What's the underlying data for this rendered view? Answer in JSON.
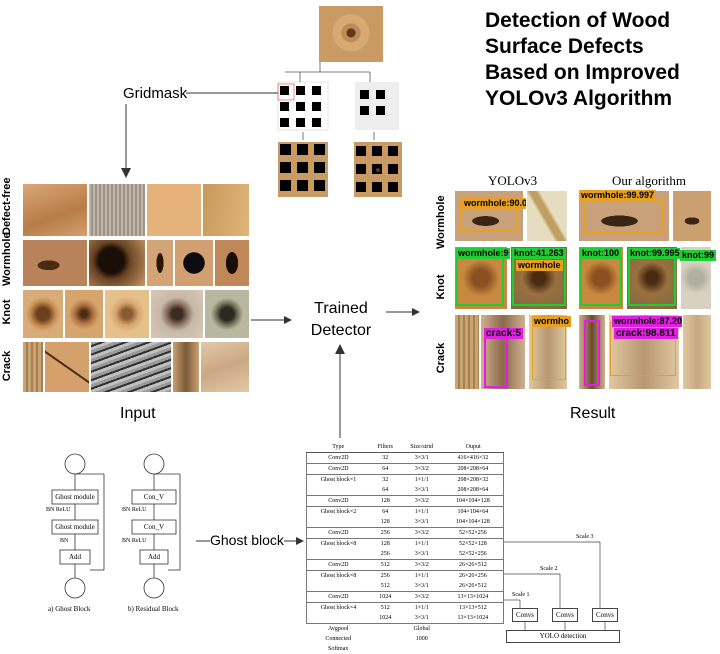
{
  "title_lines": [
    "Detection of Wood",
    "Surface Defects",
    "Based on Improved",
    "YOLOv3 Algorithm"
  ],
  "labels": {
    "gridmask": "Gridmask",
    "trained_detector_line1": "Trained",
    "trained_detector_line2": "Detector",
    "input": "Input",
    "result": "Result",
    "ghost_block": "Ghost block"
  },
  "input_rows": [
    "Defect-free",
    "Wormhole",
    "Knot",
    "Crack"
  ],
  "result_headers": {
    "left": "YOLOv3",
    "right": "Our algorithm"
  },
  "result_rows": [
    "Wormhole",
    "Knot",
    "Crack"
  ],
  "detections": {
    "yolo_wormhole": "wormhole:90.0",
    "our_wormhole": "wormhole:99.997",
    "yolo_knot_a": "wormhole:9",
    "yolo_knot_b": "knot:41.263",
    "yolo_knot_c": "wormhole",
    "our_knot_a": "knot:100",
    "our_knot_b": "knot:99.995",
    "our_knot_c": "knot:99",
    "yolo_crack_a": "crack:5",
    "yolo_crack_b": "wormho",
    "our_crack_a": "crack:98.811",
    "our_crack_b": "wormhole:87.20"
  },
  "ghost_diagram": {
    "a_blocks": [
      "Ghost module",
      "Ghost module",
      "Add"
    ],
    "a_acts": [
      "BN ReLU",
      "BN"
    ],
    "a_caption": "a) Ghost Block",
    "b_blocks": [
      "Con_V",
      "Con_V",
      "Add"
    ],
    "b_acts": [
      "BN ReLU",
      "BN ReLU"
    ],
    "b_caption": "b) Residual Block"
  },
  "network_table": {
    "headers": [
      "Type",
      "Filters",
      "Size/strid",
      "Ouput"
    ],
    "rows": [
      [
        "Conv2D",
        "32",
        "3×3/1",
        "416×416×32"
      ],
      [
        "Conv2D",
        "64",
        "3×3/2",
        "208×208×64"
      ],
      [
        "Ghost block×1",
        "32",
        "1×1/1",
        "208×208×32"
      ],
      [
        "",
        "64",
        "3×3/1",
        "208×208×64"
      ],
      [
        "Conv2D",
        "128",
        "3×3/2",
        "104×104×128"
      ],
      [
        "Ghost block×2",
        "64",
        "1×1/1",
        "104×104×64"
      ],
      [
        "",
        "128",
        "3×3/1",
        "104×104×128"
      ],
      [
        "Conv2D",
        "256",
        "3×3/2",
        "52×52×256"
      ],
      [
        "Ghost block×8",
        "128",
        "1×1/1",
        "52×52×128"
      ],
      [
        "",
        "256",
        "3×3/1",
        "52×52×256"
      ],
      [
        "Conv2D",
        "512",
        "3×3/2",
        "26×26×512"
      ],
      [
        "Ghost block×8",
        "256",
        "1×1/1",
        "26×26×256"
      ],
      [
        "",
        "512",
        "3×3/1",
        "26×26×512"
      ],
      [
        "Conv2D",
        "1024",
        "3×3/2",
        "13×13×1024"
      ],
      [
        "Ghost block×4",
        "512",
        "1×1/1",
        "13×13×512"
      ],
      [
        "",
        "1024",
        "3×3/1",
        "13×13×1024"
      ],
      [
        "Avgpool",
        "",
        "Global",
        ""
      ],
      [
        "Connected",
        "",
        "1000",
        ""
      ],
      [
        "Softmax",
        "",
        "",
        ""
      ]
    ]
  },
  "scales": [
    "Scale 3",
    "Scale 2",
    "Scale 1"
  ],
  "convs_label": "Convs",
  "yolo_detection": "YOLO detection",
  "colors": {
    "wood": "#c99a63",
    "green_box": "#22cc33",
    "magenta_box": "#e020e0",
    "orange_box": "#e8a020"
  }
}
